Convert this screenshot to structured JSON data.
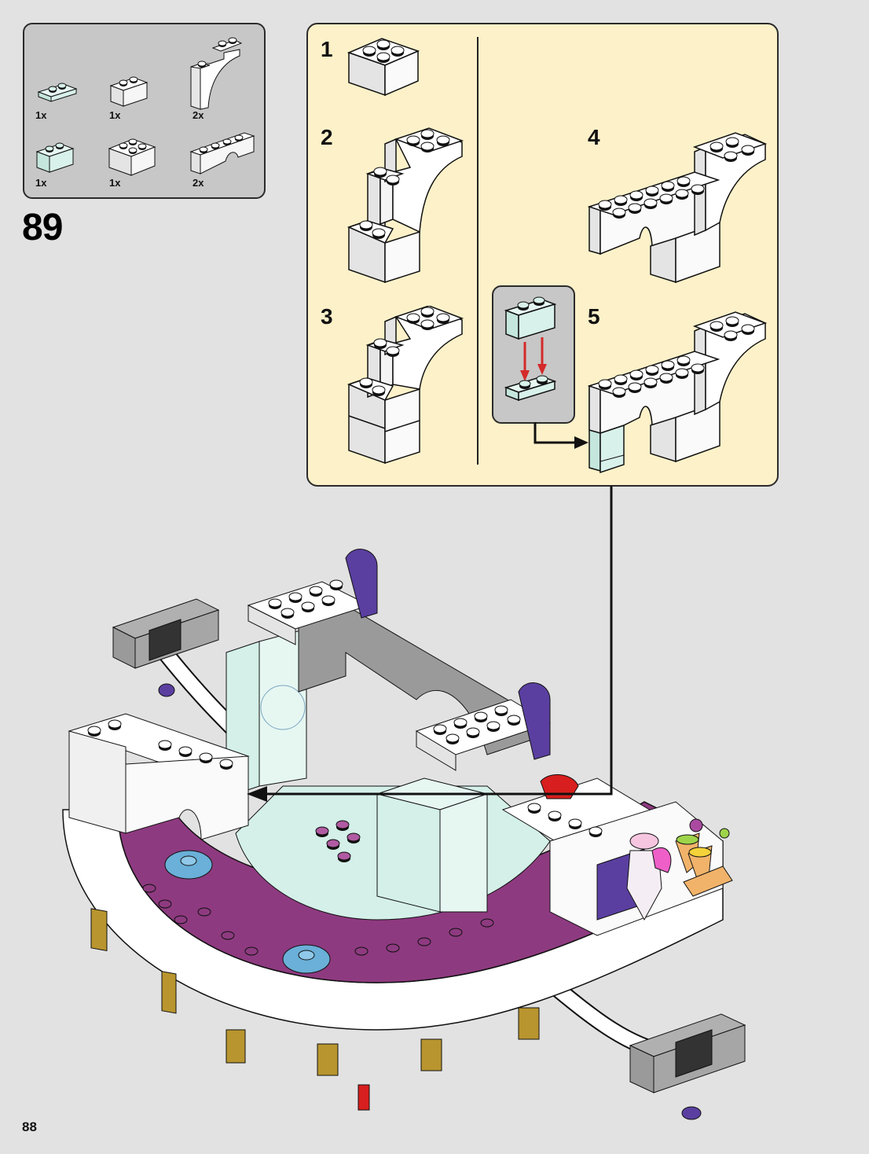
{
  "page": {
    "step_number": "89",
    "page_number": "88"
  },
  "parts_list": {
    "items": [
      {
        "name": "plate-1x2",
        "color": "light-aqua",
        "qty": "1x"
      },
      {
        "name": "brick-1x2",
        "color": "white",
        "qty": "1x"
      },
      {
        "name": "arch-1x3x3-curved",
        "color": "white",
        "qty": "2x"
      },
      {
        "name": "brick-1x2",
        "color": "light-aqua",
        "qty": "1x"
      },
      {
        "name": "brick-2x2",
        "color": "white",
        "qty": "1x"
      },
      {
        "name": "arch-1x4",
        "color": "white",
        "qty": "2x"
      }
    ]
  },
  "substeps": {
    "items": [
      {
        "label": "1"
      },
      {
        "label": "2"
      },
      {
        "label": "3"
      },
      {
        "label": "4"
      },
      {
        "label": "5"
      }
    ],
    "callout": {
      "description": "attach light-aqua 1x2 brick onto 1x2 plate"
    }
  },
  "colors": {
    "page_bg": "#e2e2e2",
    "parts_bg": "#c6c7c6",
    "substep_bg": "#fdf1c9",
    "brick_white": "#ffffff",
    "brick_aqua": "#d4f0e8",
    "arrow_red": "#d42a2a",
    "magenta": "#8e3a80",
    "purple": "#5a3fa0",
    "gold": "#b8952e",
    "grey": "#9a9a9a",
    "blue": "#6ab0d8"
  }
}
